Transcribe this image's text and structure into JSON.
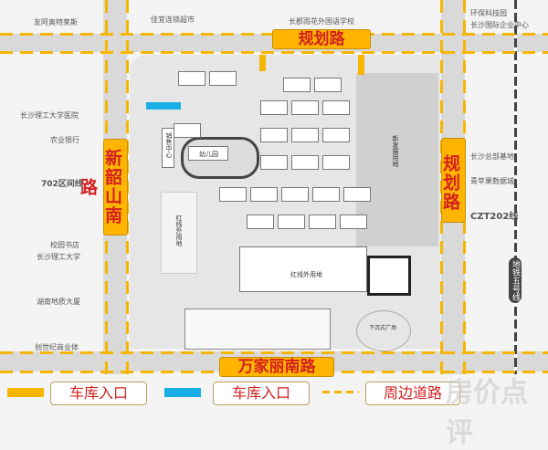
{
  "roads": {
    "top": "规划路",
    "left": "新韶山南路",
    "right": "规划路",
    "bottom": "万家丽南路"
  },
  "pois": {
    "top": [
      "友阿奥特莱斯",
      "佳宜连锁超市",
      "长郡雨花外国语学校",
      "环保科技园",
      "长沙国际企业中心"
    ],
    "left": [
      "长沙理工大学医院",
      "农业银行",
      "702区间线",
      "校园书店",
      "长沙理工大学",
      "湖南地质大厦",
      "创世纪商业体"
    ],
    "right": [
      "长沙总部基地",
      "青苹果数据城",
      "CZT202线"
    ],
    "metro": "地铁五号线"
  },
  "site": {
    "sales_center": "销售中心",
    "kindergarten": "幼儿园",
    "outside_land_1": "红线外用地",
    "outside_land_2": "红线外用地",
    "new_dev_land": "新发展用地",
    "sunken_plaza": "下沉式广场"
  },
  "legend": {
    "item1": "车库入口",
    "item2": "车库入口",
    "item3": "周边道路",
    "colors": {
      "orange": "#f6b500",
      "blue": "#1aaee6"
    }
  },
  "watermark": "房价点评"
}
